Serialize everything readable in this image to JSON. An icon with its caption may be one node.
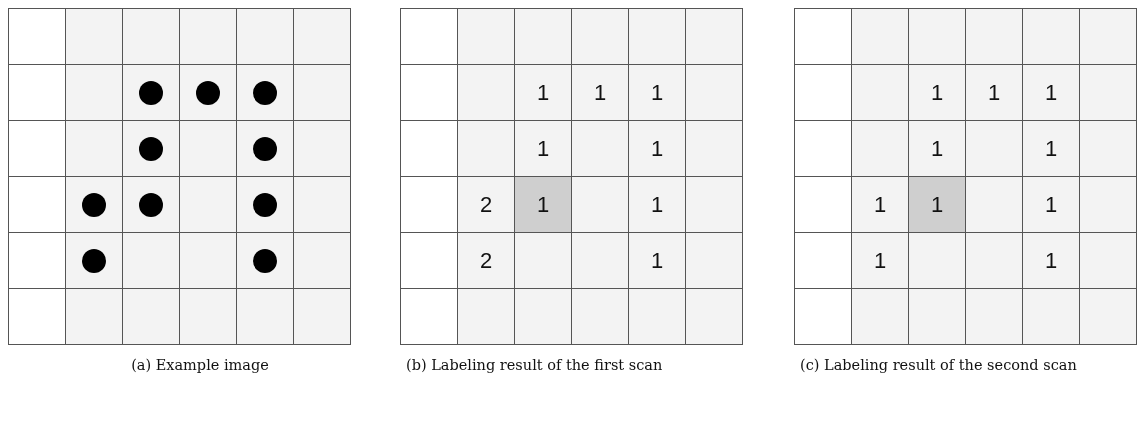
{
  "diagram": {
    "labels": [
      "1",
      "1",
      "1",
      "1",
      "1",
      "2",
      "1",
      "1",
      "2",
      "1",
      "1",
      "1",
      "1",
      "1",
      "1",
      "1",
      "1",
      "1",
      "1",
      "1",
      "(a) Example image",
      "(b) Labeling result of the first scan",
      "(c) Labeling result of the second scan"
    ]
  }
}
